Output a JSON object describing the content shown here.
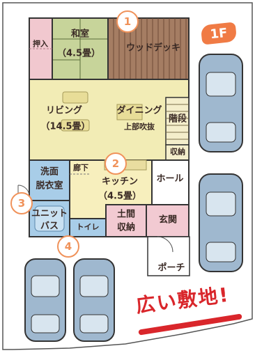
{
  "floor_badge": "1F",
  "rooms": {
    "oshiire": "押入",
    "washitsu": "和室",
    "washitsu_size": "（4.5畳）",
    "wood_deck": "ウッドデッキ",
    "living": "リビング",
    "living_size": "（14.5畳）",
    "dining": "ダイニング",
    "fukinuke": "上部吹抜",
    "kaidan": "階段",
    "shuno": "収納",
    "senmen": "洗面",
    "datsuisitsu": "脱衣室",
    "roka": "廊下",
    "kitchen": "キッチン",
    "kitchen_size": "（4.5畳）",
    "hall": "ホール",
    "unit": "ユニット",
    "bath": "バス",
    "toilet": "トイレ",
    "doma": "土間",
    "doma_shuno": "収納",
    "genkan": "玄関",
    "porch": "ポーチ"
  },
  "markers": [
    "1",
    "2",
    "3",
    "4"
  ],
  "tagline": "広い敷地!",
  "colors": {
    "washitsu": "#c7d49a",
    "oshiire": "#f1c8cf",
    "deck": "#a57d63",
    "living": "#f2ecb5",
    "kitchen": "#f7efbd",
    "sanitary": "#a8cde8",
    "doma": "#f2cad2",
    "marker": "#f0925a",
    "accent": "#d9262b"
  }
}
